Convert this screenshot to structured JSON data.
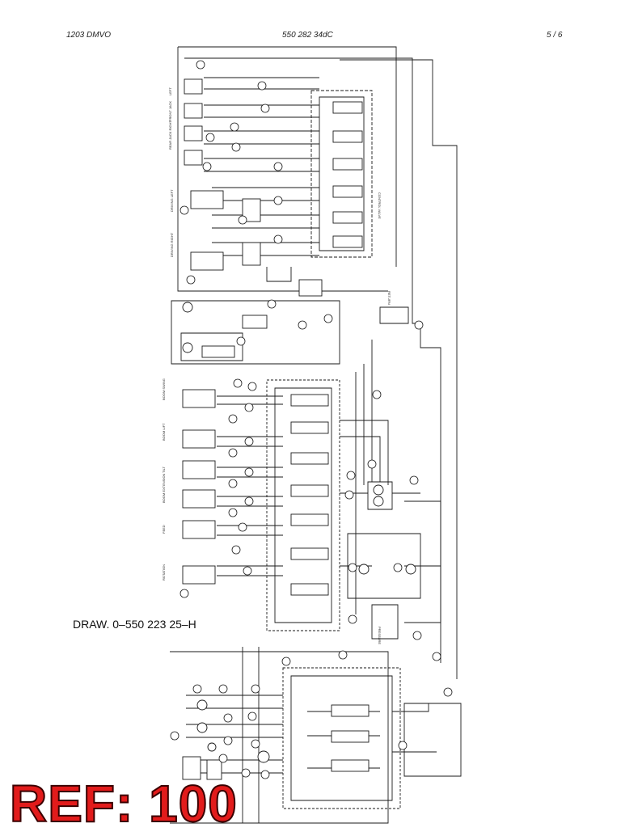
{
  "header": {
    "model": "1203 DMVO",
    "document_number": "550 282 34dC",
    "page": "5 /   6"
  },
  "drawing": {
    "number": "DRAW. 0–550 223 25–H"
  },
  "stamp": {
    "text": "REF: 100",
    "color": "#e21b1b"
  },
  "schematic": {
    "function_labels": [
      "LEFT",
      "FRONT JACK",
      "REAR JACK RIGHT",
      "DRIVING LEFT",
      "DRIVING RIGHT",
      "BOOM SWING",
      "BOOM LIFT",
      "TILT",
      "BOOM EXTENSION",
      "FEED",
      "ROTATION"
    ],
    "circuit_labels": [
      "RETURN",
      "PRESSURE",
      "CONTROL VALVE"
    ]
  }
}
